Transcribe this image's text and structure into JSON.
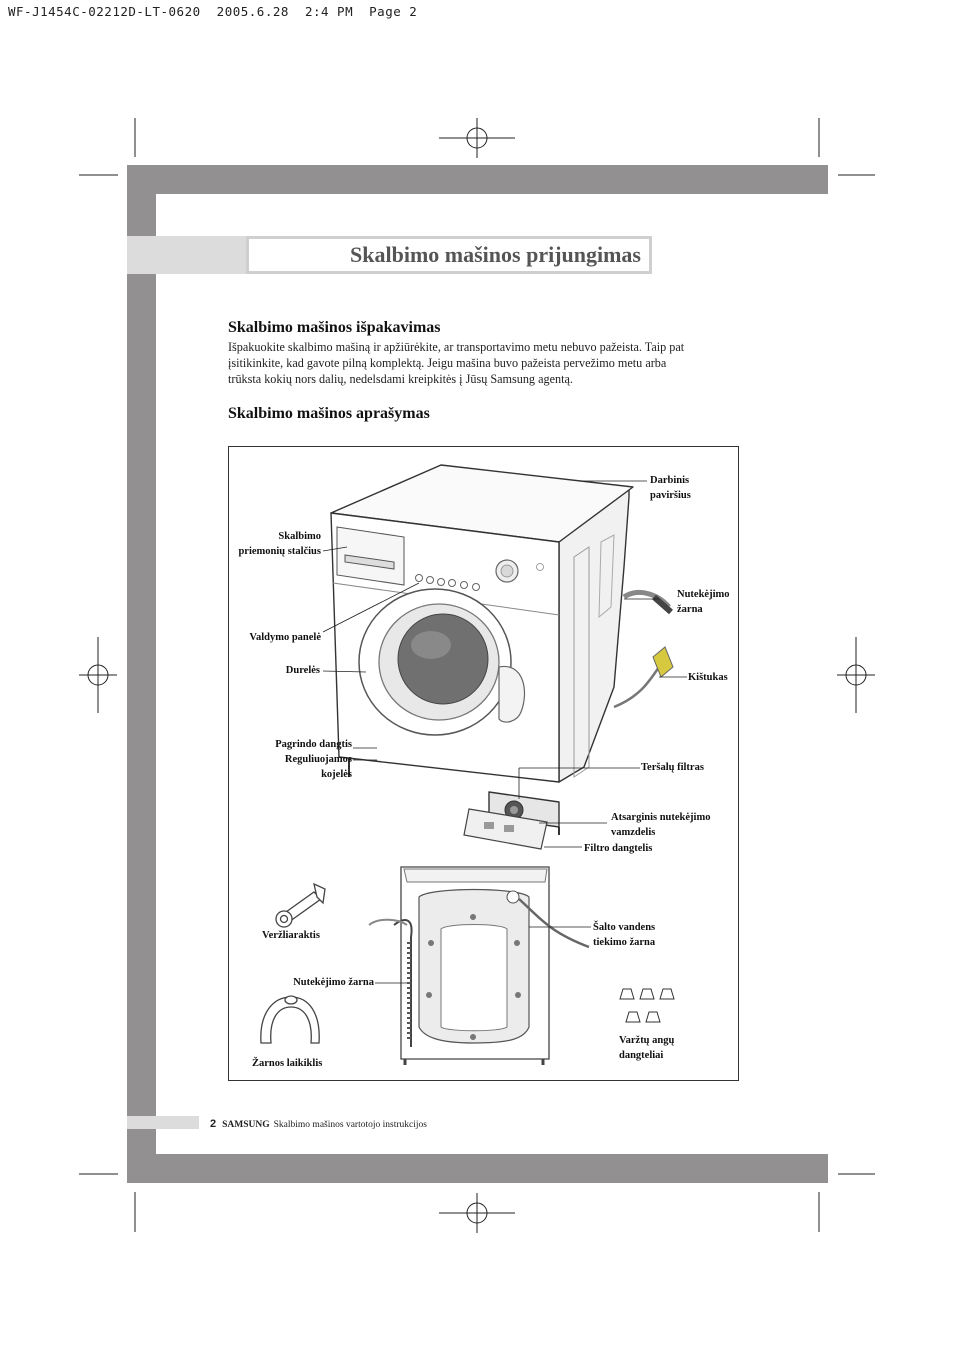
{
  "printer_header": "WF-J1454C-02212D-LT-0620  2005.6.28  2:4 PM  Page 2",
  "title": "Skalbimo mašinos prijungimas",
  "section1": {
    "heading": "Skalbimo mašinos išpakavimas",
    "lines": [
      "Išpakuokite skalbimo mašiną ir apžiūrėkite, ar transportavimo metu nebuvo pažeista. Taip pat",
      "įsitikinkite, kad gavote pilną komplektą. Jeigu mašina buvo pažeista pervežimo metu arba",
      "trūksta kokių nors dalių, nedelsdami kreipkitės į Jūsų Samsung agentą."
    ]
  },
  "section2": {
    "heading": "Skalbimo mašinos aprašymas"
  },
  "labels": {
    "worktop": [
      "Darbinis",
      "paviršius"
    ],
    "detergent_drawer": [
      "Skalbimo",
      "priemonių stalčius"
    ],
    "drain_hose_top": [
      "Nutekėjimo",
      "žarna"
    ],
    "control_panel": "Valdymo panelė",
    "plug": "Kištukas",
    "door": "Durelės",
    "base_cover": "Pagrindo dangtis",
    "adjustable_feet": [
      "Reguliuojamos",
      "kojelės"
    ],
    "debris_filter": "Teršalų filtras",
    "emergency_drain": [
      "Atsarginis nutekėjimo",
      "vamzdelis"
    ],
    "filter_cover": "Filtro dangtelis",
    "spanner": "Veržliaraktis",
    "cold_water_hose": [
      "Šalto vandens",
      "tiekimo žarna"
    ],
    "drain_hose_bottom": "Nutekėjimo žarna",
    "bolt_caps": [
      "Varžtų angų",
      "dangteliai"
    ],
    "hose_guide": "Žarnos laikiklis"
  },
  "footer": {
    "page_number": "2",
    "brand": "SAMSUNG",
    "text": "Skalbimo mašinos vartotojo instrukcijos"
  }
}
